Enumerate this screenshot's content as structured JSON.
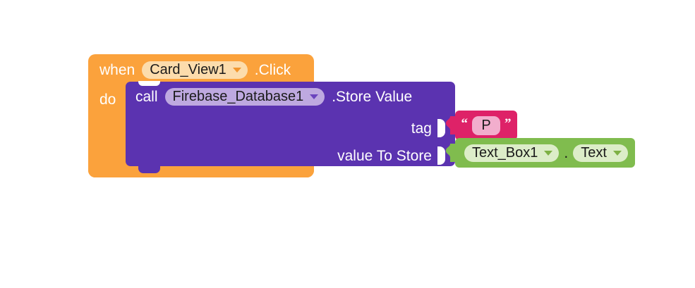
{
  "workspace": {
    "name": "blocks-workspace",
    "background_color": "#ffffff"
  },
  "blocks": {
    "event": {
      "type": "event-handler",
      "color": "#FBA23C",
      "field_color": "#FCDCAC",
      "when_label": "when",
      "component": "Card_View1",
      "event_name": ".Click",
      "do_label": "do"
    },
    "call": {
      "type": "method-call",
      "color": "#5B33B0",
      "field_color": "#BEA9E0",
      "call_label": "call",
      "component": "Firebase_Database1",
      "method_name": ".Store Value",
      "sockets": [
        {
          "label": "tag"
        },
        {
          "label": "value To Store"
        }
      ]
    },
    "text_value": {
      "type": "text-string",
      "color": "#DE2268",
      "field_color": "#F2AECD",
      "open_quote": "“",
      "close_quote": "”",
      "value": "P"
    },
    "getter_value": {
      "type": "component-property-getter",
      "color": "#80BC4E",
      "field_color": "#DCEDC8",
      "component": "Text_Box1",
      "separator": ".",
      "property": "Text"
    }
  },
  "icons": {
    "dropdown_caret": "chevron-down-icon"
  }
}
